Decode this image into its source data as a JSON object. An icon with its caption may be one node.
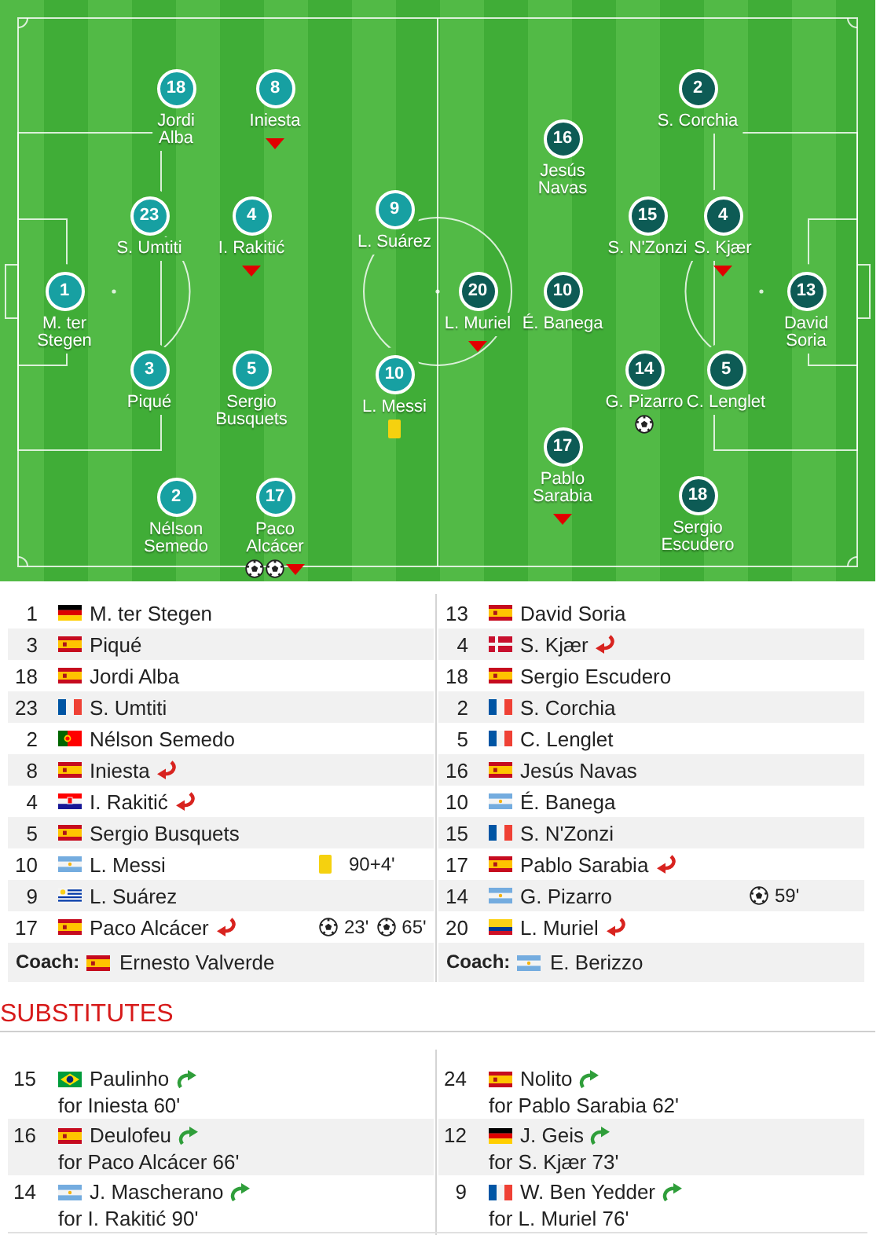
{
  "diagram": {
    "nodes": [
      {
        "text": [
          "18"
        ],
        "beside": [
          "Jordi Alba"
        ]
      },
      {
        "text": [
          "8"
        ],
        "beside": [
          "Iniesta"
        ]
      },
      {
        "text": [
          "2"
        ],
        "beside": [
          "S. Corchia"
        ]
      },
      {
        "text": [
          "16"
        ],
        "beside": [
          "Jesús Navas"
        ]
      },
      {
        "text": [
          "23"
        ],
        "beside": [
          "S. Umtiti"
        ]
      },
      {
        "text": [
          "4"
        ],
        "beside": [
          "I. Rakitić"
        ]
      },
      {
        "text": [
          "9"
        ],
        "beside": [
          "L. Suárez"
        ]
      },
      {
        "text": [
          "15"
        ],
        "beside": [
          "S. N'Zonzi"
        ]
      },
      {
        "text": [
          "4"
        ],
        "beside": [
          "S. Kjær"
        ]
      },
      {
        "text": [
          "1"
        ],
        "beside": [
          "M. ter Stegen"
        ]
      },
      {
        "text": [
          "20"
        ],
        "beside": [
          "L. Muriel"
        ]
      },
      {
        "text": [
          "10"
        ],
        "beside": [
          "É. Banega"
        ]
      },
      {
        "text": [
          "13"
        ],
        "beside": [
          "David Soria"
        ]
      },
      {
        "text": [
          "3"
        ],
        "beside": [
          "Piqué"
        ]
      },
      {
        "text": [
          "5"
        ],
        "beside": [
          "Sergio Busquets"
        ]
      },
      {
        "text": [
          "10"
        ],
        "beside": [
          "L. Messi"
        ]
      },
      {
        "text": [
          "14"
        ],
        "beside": [
          "G. Pizarro"
        ]
      },
      {
        "text": [
          "5"
        ],
        "beside": [
          "C. Lenglet"
        ]
      },
      {
        "text": [
          "17"
        ],
        "beside": [
          "Pablo Sarabia"
        ]
      },
      {
        "text": [
          "2"
        ],
        "beside": [
          "Nélson Semedo"
        ]
      },
      {
        "text": [
          "17"
        ],
        "beside": [
          "Paco Alcácer"
        ]
      },
      {
        "text": [
          "18"
        ],
        "beside": [
          "Sergio Escudero"
        ]
      }
    ],
    "labels": [
      "1",
      "M. ter Stegen",
      "3",
      "Piqué",
      "18",
      "Jordi Alba",
      "23",
      "S. Umtiti",
      "2",
      "Nélson Semedo",
      "8",
      "Iniesta",
      "4",
      "I. Rakitić",
      "5",
      "Sergio Busquets",
      "10",
      "L. Messi",
      "90+4'",
      "9",
      "L. Suárez",
      "17",
      "Paco Alcácer",
      "23'",
      "65'",
      "Coach:",
      "Ernesto Valverde",
      "13",
      "David Soria",
      "4",
      "S. Kjær",
      "18",
      "Sergio Escudero",
      "2",
      "S. Corchia",
      "5",
      "C. Lenglet",
      "16",
      "Jesús Navas",
      "10",
      "É. Banega",
      "15",
      "S. N'Zonzi",
      "17",
      "Pablo Sarabia",
      "14",
      "G. Pizarro",
      "59'",
      "20",
      "L. Muriel",
      "Coach:",
      "E. Berizzo",
      "SUBSTITUTES",
      "15",
      "Paulinho",
      "for Iniesta 60'",
      "16",
      "Deulofeu",
      "for Paco Alcácer 66'",
      "14",
      "J. Mascherano",
      "for I. Rakitić 90'",
      "24",
      "Nolito",
      "for Pablo Sarabia 62'",
      "12",
      "J. Geis",
      "for S. Kjær 73'",
      "9",
      "W. Ben Yedder",
      "for L. Muriel 76'"
    ]
  }
}
